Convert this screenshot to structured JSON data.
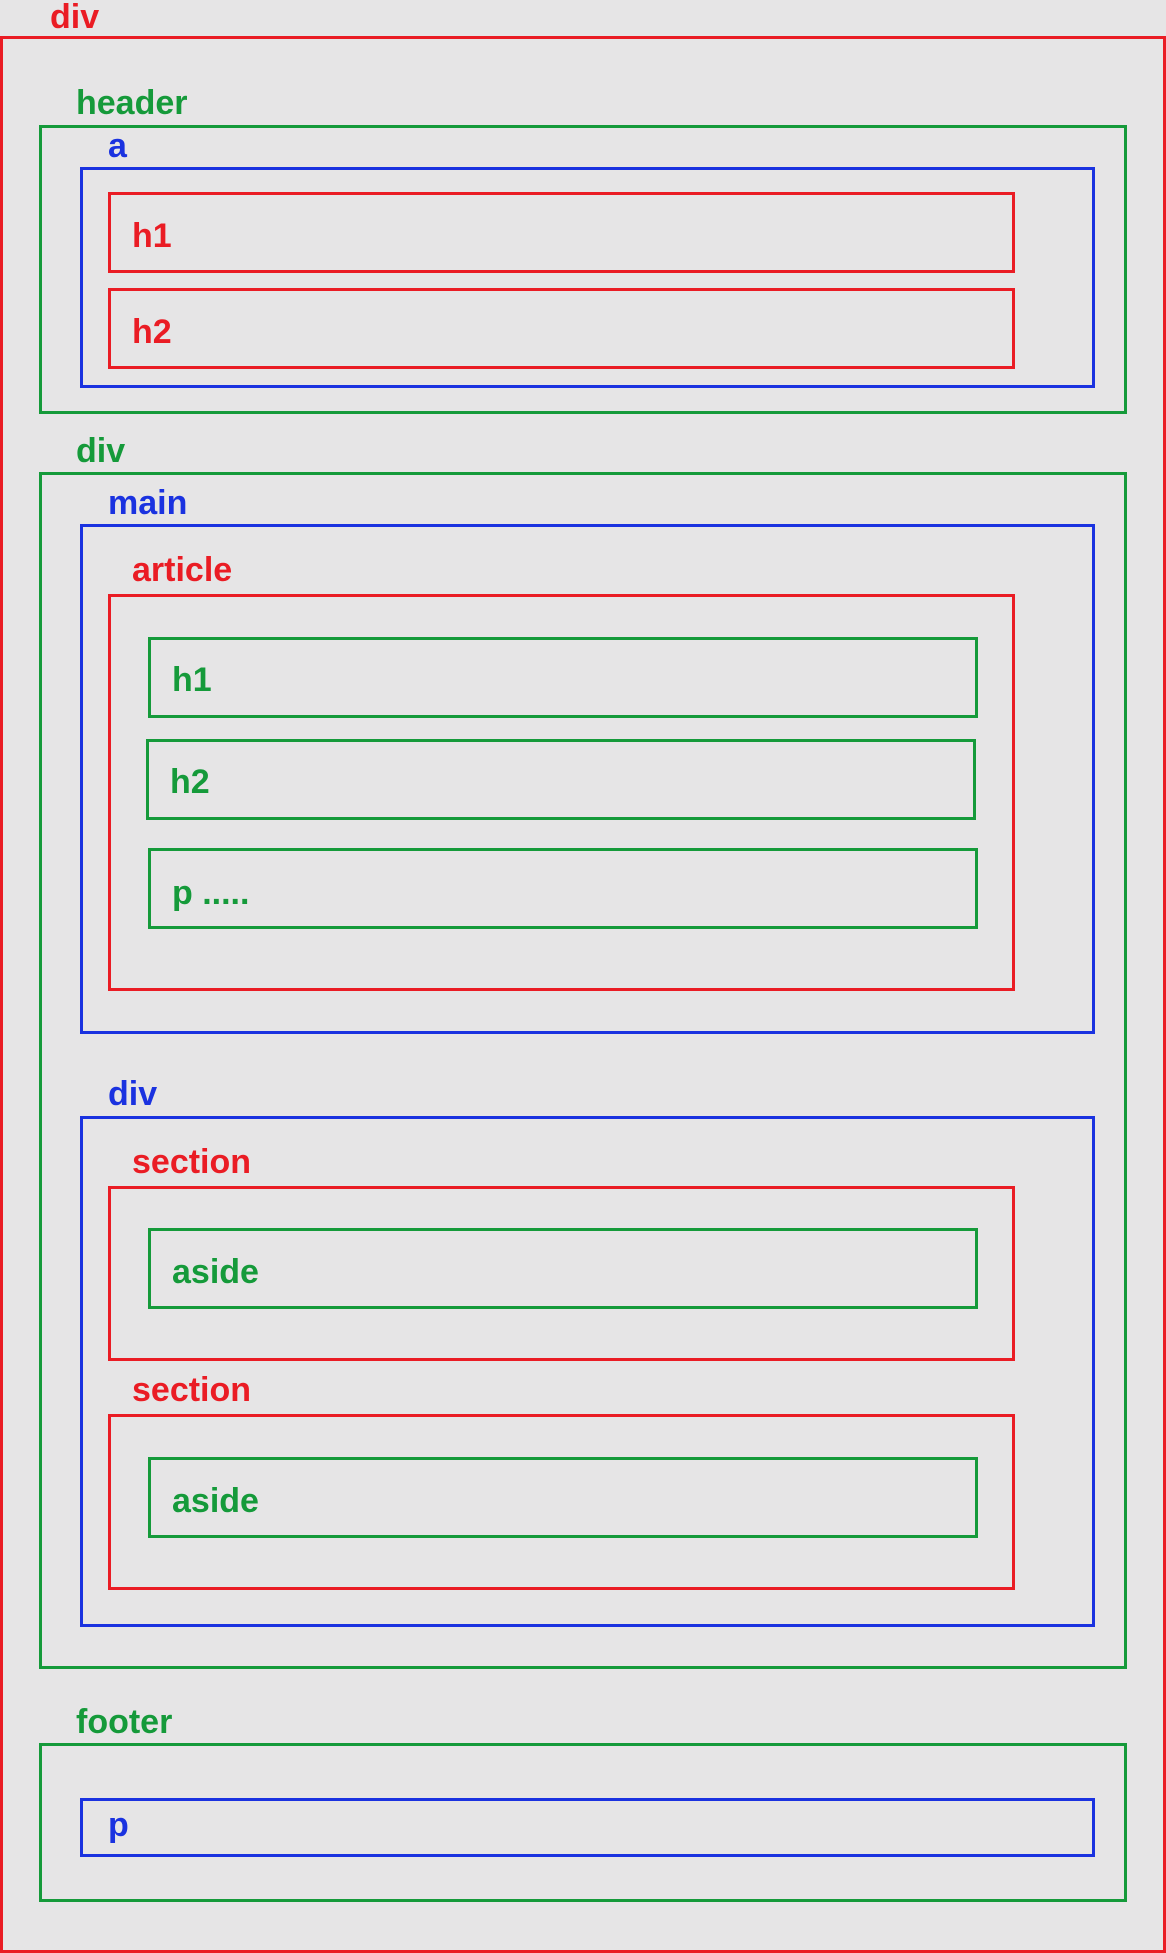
{
  "labels": {
    "root_div": "div",
    "header": "header",
    "header_a": "a",
    "header_h1": "h1",
    "header_h2": "h2",
    "content_div": "div",
    "main": "main",
    "article": "article",
    "article_h1": "h1",
    "article_h2": "h2",
    "article_p": "p .....",
    "inner_div": "div",
    "section_1": "section",
    "aside_1": "aside",
    "section_2": "section",
    "aside_2": "aside",
    "footer": "footer",
    "footer_p": "p"
  },
  "colors": {
    "background": "#e6e5e6",
    "red": "#ea1c24",
    "green": "#159a3a",
    "blue": "#1a32e0"
  }
}
